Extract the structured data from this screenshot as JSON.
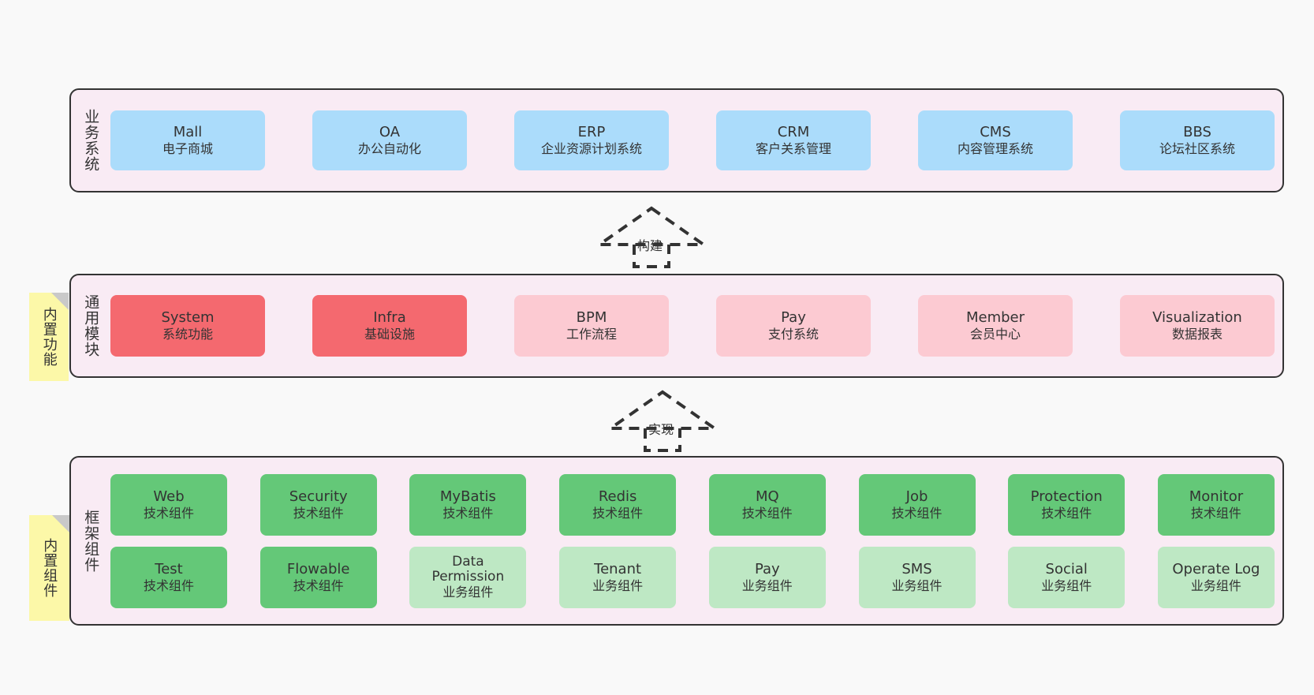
{
  "diagram": {
    "background_color": "#f9f9f9",
    "layer_fill": "#f9ebf4",
    "layer_border": "#333333",
    "note_color": "#fcf8a8",
    "colors": {
      "blue": "#abdcfb",
      "red": "#f4696f",
      "pink": "#fccad2",
      "green": "#64c878",
      "light_green": "#bee8c4"
    }
  },
  "layers": [
    {
      "id": "business-systems",
      "title": "业务系统",
      "rows": [
        {
          "items": [
            {
              "en": "Mall",
              "cn": "电子商城",
              "color": "blue"
            },
            {
              "en": "OA",
              "cn": "办公自动化",
              "color": "blue"
            },
            {
              "en": "ERP",
              "cn": "企业资源计划系统",
              "color": "blue"
            },
            {
              "en": "CRM",
              "cn": "客户关系管理",
              "color": "blue"
            },
            {
              "en": "CMS",
              "cn": "内容管理系统",
              "color": "blue"
            },
            {
              "en": "BBS",
              "cn": "论坛社区系统",
              "color": "blue"
            }
          ]
        }
      ]
    },
    {
      "id": "common-modules",
      "title": "通用模块",
      "note": "内置功能",
      "rows": [
        {
          "items": [
            {
              "en": "System",
              "cn": "系统功能",
              "color": "red"
            },
            {
              "en": "Infra",
              "cn": "基础设施",
              "color": "red"
            },
            {
              "en": "BPM",
              "cn": "工作流程",
              "color": "pink"
            },
            {
              "en": "Pay",
              "cn": "支付系统",
              "color": "pink"
            },
            {
              "en": "Member",
              "cn": "会员中心",
              "color": "pink"
            },
            {
              "en": "Visualization",
              "cn": "数据报表",
              "color": "pink"
            }
          ]
        }
      ]
    },
    {
      "id": "framework-components",
      "title": "框架组件",
      "note": "内置组件",
      "rows": [
        {
          "items": [
            {
              "en": "Web",
              "cn": "技术组件",
              "color": "green"
            },
            {
              "en": "Security",
              "cn": "技术组件",
              "color": "green"
            },
            {
              "en": "MyBatis",
              "cn": "技术组件",
              "color": "green"
            },
            {
              "en": "Redis",
              "cn": "技术组件",
              "color": "green"
            },
            {
              "en": "MQ",
              "cn": "技术组件",
              "color": "green"
            },
            {
              "en": "Job",
              "cn": "技术组件",
              "color": "green"
            },
            {
              "en": "Protection",
              "cn": "技术组件",
              "color": "green"
            },
            {
              "en": "Monitor",
              "cn": "技术组件",
              "color": "green"
            }
          ]
        },
        {
          "items": [
            {
              "en": "Test",
              "cn": "技术组件",
              "color": "green"
            },
            {
              "en": "Flowable",
              "cn": "技术组件",
              "color": "green"
            },
            {
              "en": "Data Permission",
              "cn": "业务组件",
              "color": "lgreen"
            },
            {
              "en": "Tenant",
              "cn": "业务组件",
              "color": "lgreen"
            },
            {
              "en": "Pay",
              "cn": "业务组件",
              "color": "lgreen"
            },
            {
              "en": "SMS",
              "cn": "业务组件",
              "color": "lgreen"
            },
            {
              "en": "Social",
              "cn": "业务组件",
              "color": "lgreen"
            },
            {
              "en": "Operate Log",
              "cn": "业务组件",
              "color": "lgreen"
            }
          ]
        }
      ]
    }
  ],
  "arrows": [
    {
      "id": "build-arrow",
      "label": "构建"
    },
    {
      "id": "implement-arrow",
      "label": "实现"
    }
  ]
}
